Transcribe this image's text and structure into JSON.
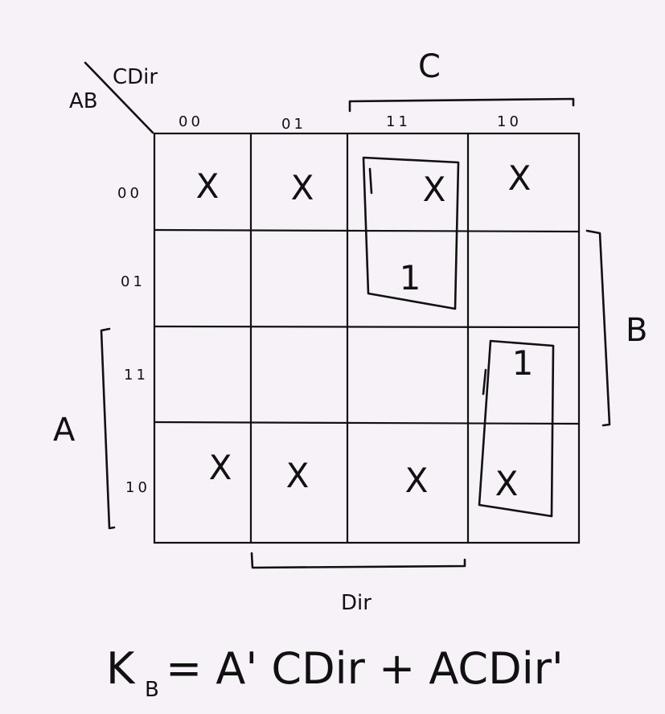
{
  "corner": {
    "row_vars": "AB",
    "col_vars": "CDir"
  },
  "columns": [
    "00",
    "01",
    "11",
    "10"
  ],
  "rows": [
    "00",
    "01",
    "11",
    "10"
  ],
  "cells": [
    [
      "X",
      "X",
      "X",
      "X"
    ],
    [
      "",
      "",
      "1",
      ""
    ],
    [
      "",
      "",
      "",
      "1"
    ],
    [
      "X",
      "X",
      "X",
      "X"
    ]
  ],
  "brackets": {
    "top": "C",
    "right": "B",
    "left": "A",
    "bottom": "Dir"
  },
  "equation": {
    "lhs": "K",
    "lhs_sub": "B",
    "rhs": "= A' CDir + ACDir'"
  },
  "colors": {
    "background": "#f7f1f8",
    "ink": "#111111"
  }
}
